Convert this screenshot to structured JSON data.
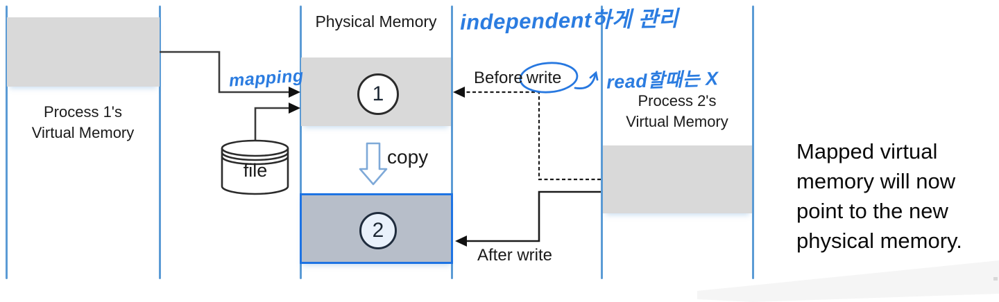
{
  "colors": {
    "column_line_blue": "#5b9bd5",
    "memory_block_gray": "#d9d9d9",
    "new_block_fill": "#b7bec9",
    "new_block_border": "#1d73e3",
    "handwriting_blue": "#2b7ce0",
    "arrow_dark": "#333333"
  },
  "process1": {
    "name_line1": "Process 1's",
    "name_line2": "Virtual Memory"
  },
  "physical_memory": {
    "title": "Physical Memory",
    "page1_label": "1",
    "page2_label": "2",
    "copy_label": "copy"
  },
  "process2": {
    "name_line1": "Process 2's",
    "name_line2": "Virtual Memory"
  },
  "file": {
    "label": "file"
  },
  "arrows": {
    "before_write_prefix": "Before",
    "before_write_circled": "write",
    "after_write_label": "After write"
  },
  "handwritten_annotations": {
    "mapping": "mapping",
    "independent_note": "independent하게 관리",
    "read_note": "read할때는 X"
  },
  "note": {
    "lines": [
      "Mapped virtual",
      "memory will now",
      "point to the new",
      "physical memory."
    ]
  }
}
